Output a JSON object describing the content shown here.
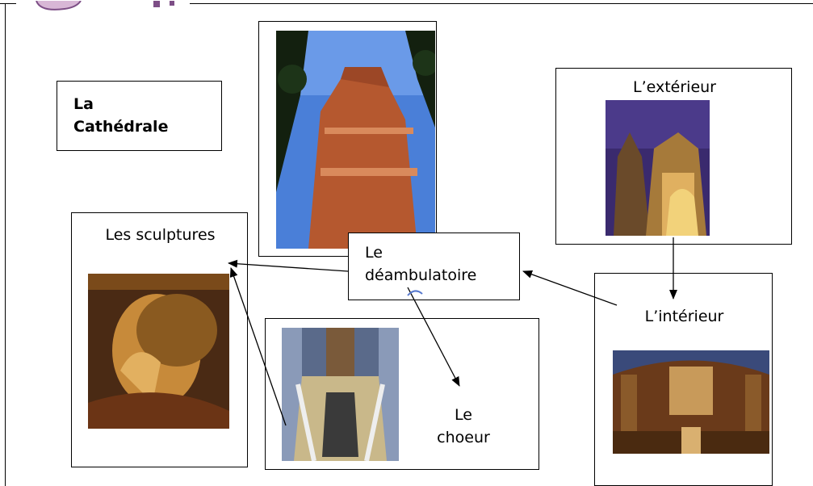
{
  "title_box": {
    "line1": "La",
    "line2": "Cathédrale"
  },
  "nodes": {
    "exterieur": "L’extérieur",
    "sculptures": "Les sculptures",
    "deambulatoire_line1": "Le",
    "deambulatoire_line2": "déambulatoire",
    "interieur": "L’intérieur",
    "choeur_line1": "Le",
    "choeur_line2": "choeur"
  },
  "colors": {
    "line": "#000000",
    "sky": "#4a7fd8",
    "brick": "#b5582f"
  }
}
